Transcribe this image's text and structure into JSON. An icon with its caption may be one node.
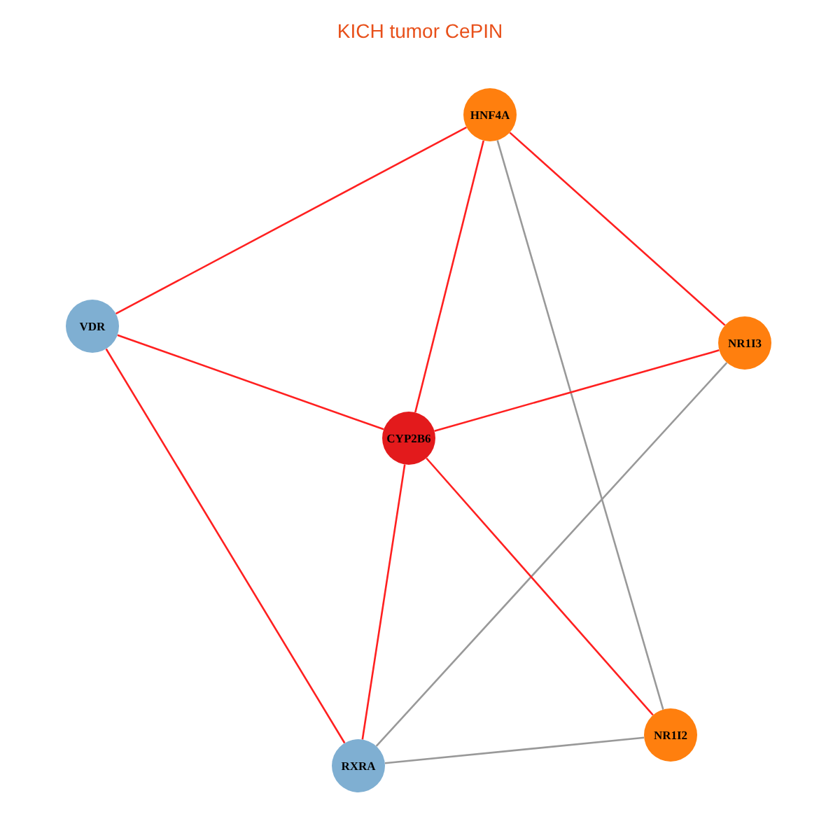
{
  "diagram": {
    "title": "KICH tumor CePIN",
    "nodes": [
      {
        "text": [
          "HNF4A"
        ]
      },
      {
        "text": [
          "VDR"
        ]
      },
      {
        "text": [
          "NR1I3"
        ]
      },
      {
        "text": [
          "CYP2B6"
        ]
      },
      {
        "text": [
          "NR1I2"
        ]
      },
      {
        "text": [
          "RXRA"
        ]
      }
    ],
    "edges": [
      {
        "from": 0,
        "to": 1,
        "arrow": "none"
      },
      {
        "from": 0,
        "to": 3,
        "arrow": "none"
      },
      {
        "from": 0,
        "to": 2,
        "arrow": "none"
      },
      {
        "from": 0,
        "to": 4,
        "arrow": "none",
        "color": "#999999"
      },
      {
        "from": 1,
        "to": 3,
        "arrow": "none"
      },
      {
        "from": 1,
        "to": 5,
        "arrow": "none"
      },
      {
        "from": 2,
        "to": 3,
        "arrow": "none"
      },
      {
        "from": 2,
        "to": 5,
        "arrow": "none",
        "color": "#999999"
      },
      {
        "from": 3,
        "to": 5,
        "arrow": "none"
      },
      {
        "from": 3,
        "to": 4,
        "arrow": "none"
      },
      {
        "from": 5,
        "to": 4,
        "arrow": "none",
        "color": "#999999"
      }
    ]
  }
}
